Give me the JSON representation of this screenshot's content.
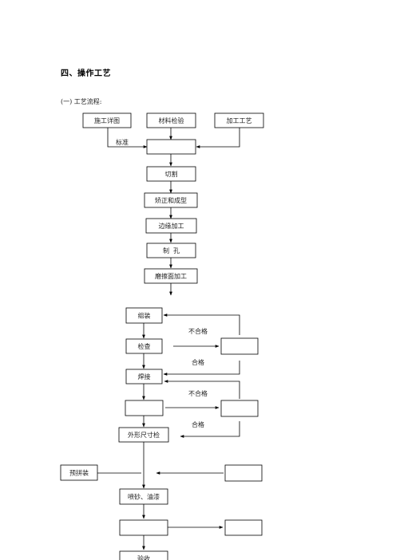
{
  "document": {
    "section_title": "四、操作工艺",
    "subsection_title": "(一) 工艺流程:"
  },
  "flowchart": {
    "nodes": {
      "drawings": "施工详图",
      "material_check": "材料检验",
      "process_craft": "加工工艺",
      "merge": "",
      "cutting": "切割",
      "straighten": "矫正和成型",
      "edge_machining": "边缘加工",
      "drilling": "制  孔",
      "friction_surface": "磨擦面加工",
      "assembly": "组装",
      "inspection": "检查",
      "inspect_reject": "",
      "welding": "焊接",
      "weld_check": "",
      "weld_reject": "",
      "dimension_check": "外形尺寸检",
      "pre_assembly": "预拼装",
      "side_box": "",
      "painting": "喷砂、油漆",
      "final_box": "",
      "final_side": "",
      "acceptance": "验收"
    },
    "edge_labels": {
      "standard": "标准",
      "reject_1": "不合格",
      "pass_1": "合格",
      "reject_2": "不合格",
      "pass_2": "合格"
    }
  }
}
